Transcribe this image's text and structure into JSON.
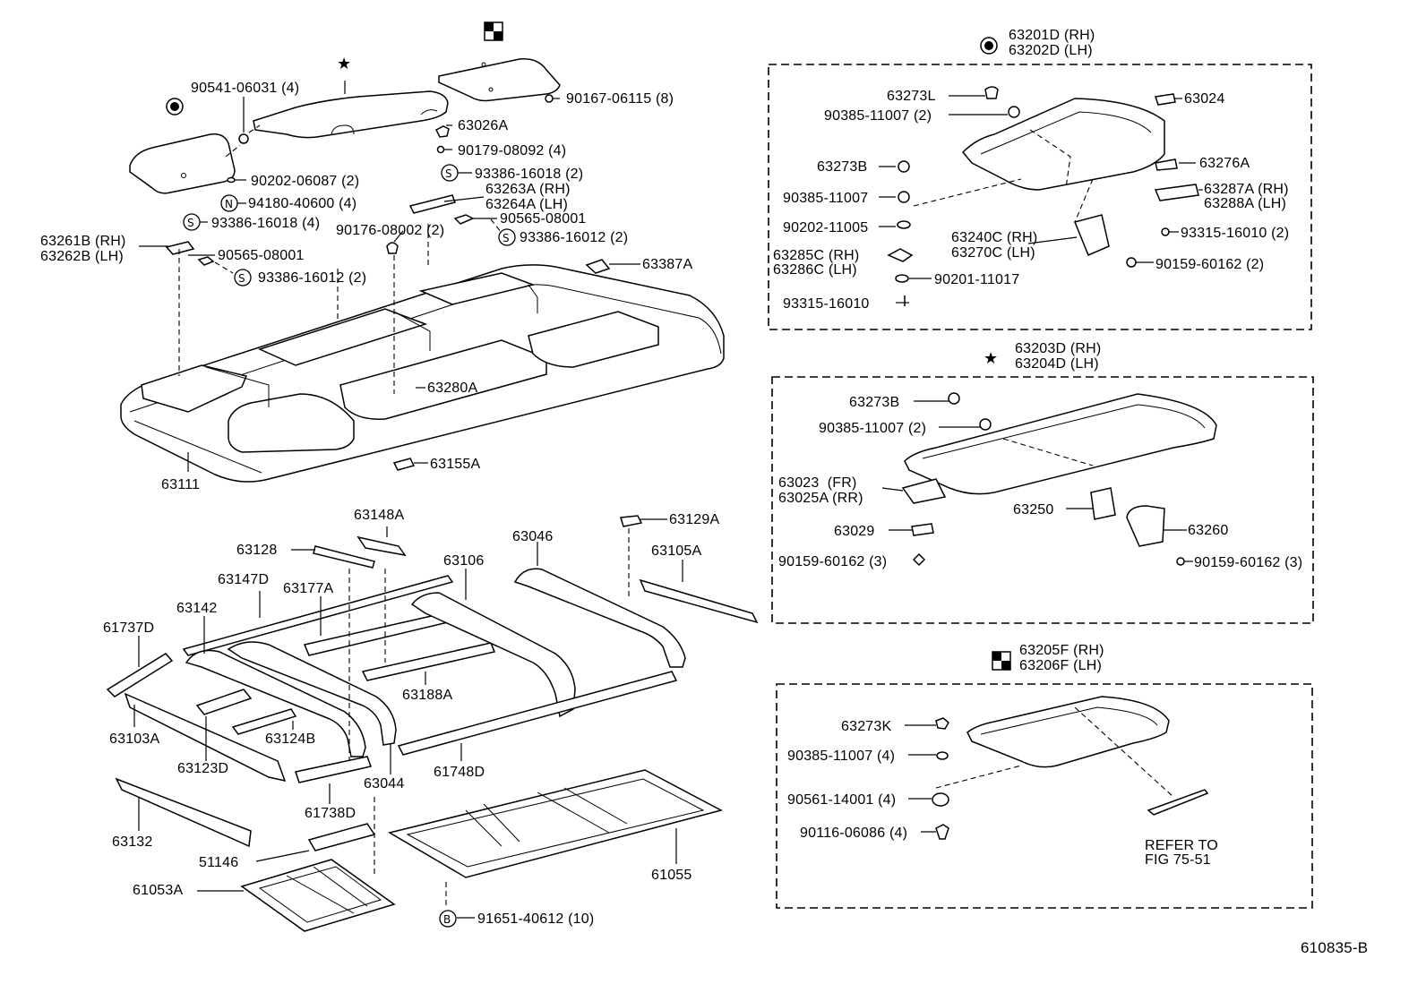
{
  "labels": {
    "p90541": "90541-06031 (4)",
    "p90167": "90167-06115 (8)",
    "p63026A": "63026A",
    "p90179": "90179-08092 (4)",
    "p90202_06087": "90202-06087 (2)",
    "p93386_16018_a": "93386-16018 (2)",
    "p63263A": "63263A (RH)",
    "p63264A": "63264A (LH)",
    "p94180": "94180-40600 (4)",
    "p93386_16018_b": "93386-16018 (4)",
    "p90176": "90176-08002 (2)",
    "p90565_a": "90565-08001",
    "p93386_16012_a": "93386-16012 (2)",
    "p63261B": "63261B (RH)",
    "p63262B": "63262B (LH)",
    "p90565_b": "90565-08001",
    "p93386_16012_b": "93386-16012 (2)",
    "p63387A": "63387A",
    "p63280A": "63280A",
    "p63155A": "63155A",
    "p63111": "63111",
    "p63148A": "63148A",
    "p63129A": "63129A",
    "p63128": "63128",
    "p63046": "63046",
    "p63105A": "63105A",
    "p63106": "63106",
    "p63147D": "63147D",
    "p63177A": "63177A",
    "p63142": "63142",
    "p61737D": "61737D",
    "p63188A": "63188A",
    "p63103A": "63103A",
    "p63124B": "63124B",
    "p63123D": "63123D",
    "p63044": "63044",
    "p61748D": "61748D",
    "p61738D": "61738D",
    "p63132": "63132",
    "p51146": "51146",
    "p61055": "61055",
    "p61053A": "61053A",
    "p91651": "91651-40612 (10)",
    "b1_title1": "63201D (RH)",
    "b1_title2": "63202D (LH)",
    "p63273L": "63273L",
    "p63024": "63024",
    "p90385_a": "90385-11007 (2)",
    "p63273B_a": "63273B",
    "p63276A": "63276A",
    "p90385_b": "90385-11007",
    "p63287A": "63287A (RH)",
    "p63288A": "63288A (LH)",
    "p90202_11005": "90202-11005",
    "p93315_a": "93315-16010 (2)",
    "p63240C": "63240C (RH)",
    "p63270C": "63270C (LH)",
    "p63285C": "63285C (RH)",
    "p63286C": "63286C (LH)",
    "p90159_a": "90159-60162 (2)",
    "p90201": "90201-11017",
    "p93315_b": "93315-16010",
    "b2_title1": "63203D (RH)",
    "b2_title2": "63204D (LH)",
    "p63273B_b": "63273B",
    "p90385_c": "90385-11007 (2)",
    "p63023": "63023  (FR)",
    "p63025A": "63025A (RR)",
    "p63250": "63250",
    "p63029": "63029",
    "p63260": "63260",
    "p90159_b": "90159-60162 (3)",
    "p90159_c": "90159-60162 (3)",
    "b3_title1": "63205F (RH)",
    "b3_title2": "63206F (LH)",
    "p63273K": "63273K",
    "p90385_d": "90385-11007 (4)",
    "p90561": "90561-14001 (4)",
    "p90116": "90116-06086 (4)",
    "refer1": "REFER TO",
    "refer2": "FIG 75-51",
    "fig_code": "610835-B"
  },
  "symbols": {
    "star": "★",
    "checker": "checker-mark",
    "dot": "circle-dot-mark",
    "s": "S",
    "n": "N",
    "b": "B"
  },
  "colors": {
    "ink": "#000000",
    "paper": "#ffffff"
  }
}
